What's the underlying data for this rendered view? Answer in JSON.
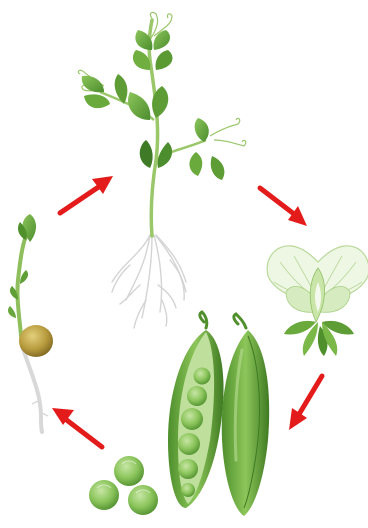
{
  "diagram": {
    "stages": [
      {
        "id": "seedling",
        "icon": "germinating-seed-icon"
      },
      {
        "id": "mature-plant",
        "icon": "pea-plant-icon"
      },
      {
        "id": "flower",
        "icon": "pea-flower-icon"
      },
      {
        "id": "pods",
        "icon": "pea-pod-icon"
      },
      {
        "id": "seeds",
        "icon": "pea-seeds-icon"
      }
    ],
    "colors": {
      "arrow": "#e41b1b",
      "leaf": "#6cab3c",
      "leaf_dark": "#3f7a26",
      "stem": "#9ac76a",
      "root": "#d9d9d9",
      "pea": "#82bf55",
      "seed_coat": "#b69a3b",
      "flower_petal": "#eef6e4"
    }
  }
}
